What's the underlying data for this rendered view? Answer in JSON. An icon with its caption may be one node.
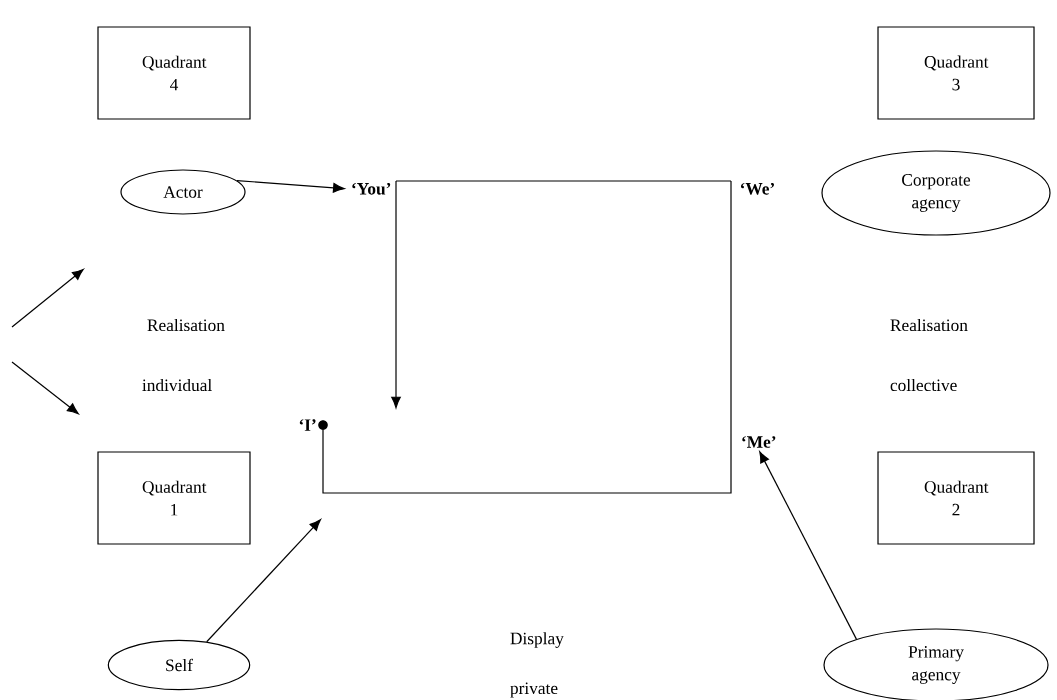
{
  "diagram": {
    "nodes": [
      {
        "text": [
          "Quadrant 4"
        ]
      },
      {
        "text": [
          "Quadrant 3"
        ]
      },
      {
        "text": [
          "Actor"
        ]
      },
      {
        "text": [
          "‘You’"
        ]
      },
      {
        "text": [
          "‘We’"
        ]
      },
      {
        "text": [
          "Corporate agency"
        ]
      },
      {
        "text": [
          "‘I’"
        ]
      },
      {
        "text": [
          "‘Me’"
        ]
      },
      {
        "text": [
          "Quadrant 1"
        ]
      },
      {
        "text": [
          "Quadrant 2"
        ]
      },
      {
        "text": [
          "Self"
        ]
      },
      {
        "text": [
          "Primary agency"
        ]
      }
    ],
    "edges": [
      {
        "from": 2,
        "to": 3,
        "arrow": "to"
      },
      {
        "from": 3,
        "to": 4,
        "arrow": "none"
      },
      {
        "from": 4,
        "to": 7,
        "arrow": "none"
      },
      {
        "from": 7,
        "to": 6,
        "arrow": "none"
      },
      {
        "from": 3,
        "to": null,
        "arrow": "to"
      },
      {
        "from": 10,
        "to": null,
        "arrow": "to"
      },
      {
        "from": 11,
        "to": 7,
        "arrow": "to"
      }
    ],
    "labels": [
      "Realisation",
      "individual",
      "Realisation",
      "collective",
      "Display",
      "private"
    ]
  }
}
